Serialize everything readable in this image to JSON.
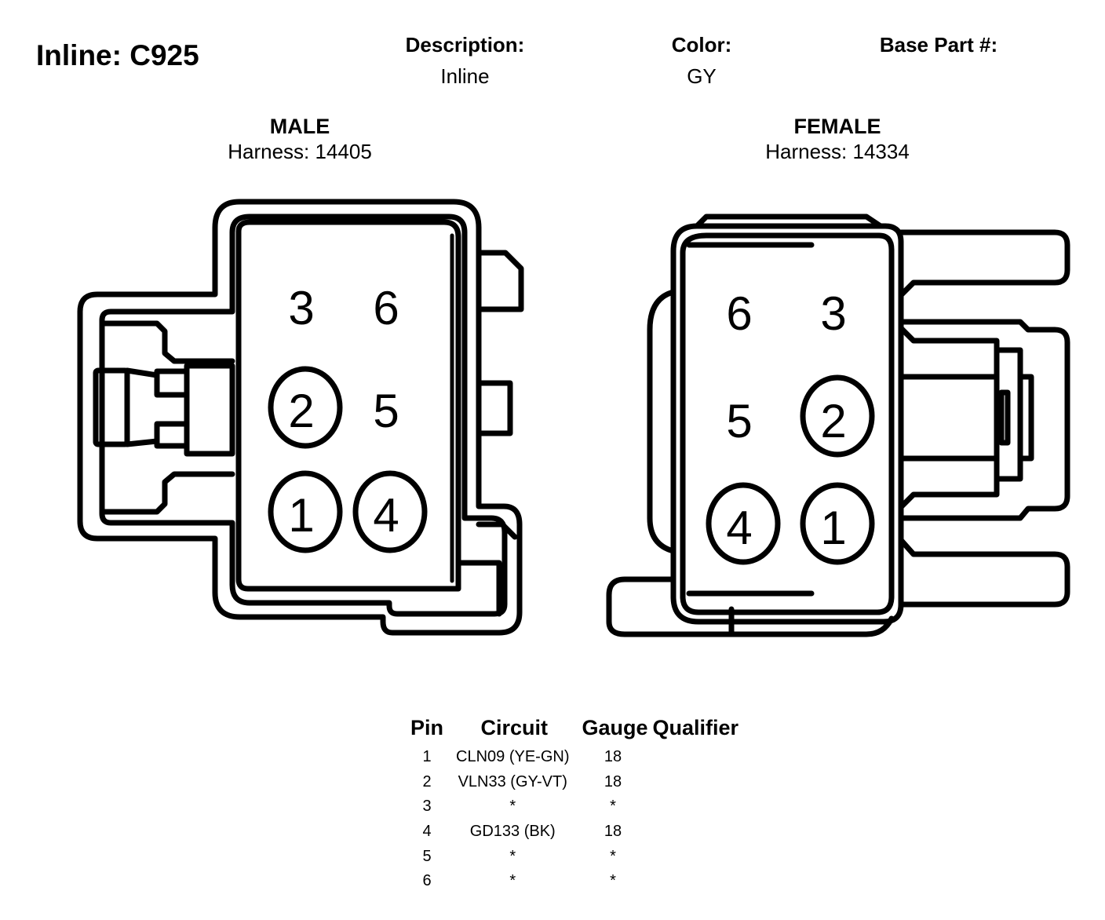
{
  "header": {
    "title": "Inline: C925",
    "description_label": "Description:",
    "description_value": "Inline",
    "color_label": "Color:",
    "color_value": "GY",
    "base_part_label": "Base Part #:",
    "base_part_value": ""
  },
  "male": {
    "title": "MALE",
    "harness": "Harness: 14405",
    "pins": [
      "3",
      "6",
      "2",
      "5",
      "1",
      "4"
    ]
  },
  "female": {
    "title": "FEMALE",
    "harness": "Harness: 14334",
    "pins": [
      "6",
      "3",
      "5",
      "2",
      "4",
      "1"
    ]
  },
  "table": {
    "headers": [
      "Pin",
      "Circuit",
      "Gauge",
      "Qualifier"
    ],
    "rows": [
      {
        "pin": "1",
        "circuit": "CLN09 (YE-GN)",
        "gauge": "18",
        "qualifier": ""
      },
      {
        "pin": "2",
        "circuit": "VLN33 (GY-VT)",
        "gauge": "18",
        "qualifier": ""
      },
      {
        "pin": "3",
        "circuit": "*",
        "gauge": "*",
        "qualifier": ""
      },
      {
        "pin": "4",
        "circuit": "GD133 (BK)",
        "gauge": "18",
        "qualifier": ""
      },
      {
        "pin": "5",
        "circuit": "*",
        "gauge": "*",
        "qualifier": ""
      },
      {
        "pin": "6",
        "circuit": "*",
        "gauge": "*",
        "qualifier": ""
      }
    ]
  }
}
